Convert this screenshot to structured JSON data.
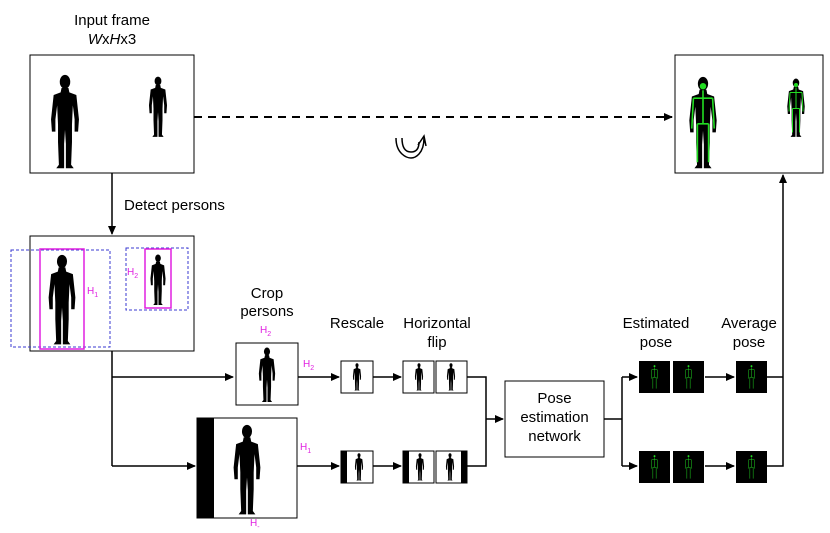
{
  "labels": {
    "input_frame_title": "Input frame",
    "input_frame_dim_w": "W",
    "input_frame_dim_x1": "x",
    "input_frame_dim_h": "H",
    "input_frame_dim_x2": "x3",
    "detect_persons": "Detect persons",
    "crop_persons_line1": "Crop",
    "crop_persons_line2": "persons",
    "rescale": "Rescale",
    "horizontal_flip_line1": "Horizontal",
    "horizontal_flip_line2": "flip",
    "pose_network_line1": "Pose",
    "pose_network_line2": "estimation",
    "pose_network_line3": "network",
    "estimated_pose_line1": "Estimated",
    "estimated_pose_line2": "pose",
    "average_pose_line1": "Average",
    "average_pose_line2": "pose"
  },
  "person_tags": {
    "h1_letter": "H",
    "h1_sub": "1",
    "h2_letter": "H",
    "h2_sub": "2",
    "crop_sub_bottom": "-"
  },
  "colors": {
    "silhouette": "#000000",
    "skeleton": "#22dd22",
    "bbox": "#e020e0",
    "expanded_bbox": "#3a3ad0",
    "pose_tile_bg": "#000000"
  },
  "icons": {
    "flip_symbol": "rotate-arrow-icon"
  }
}
